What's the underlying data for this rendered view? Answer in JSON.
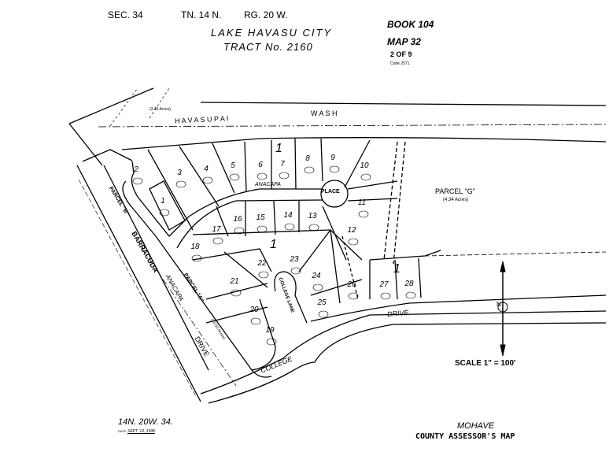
{
  "header": {
    "section": "SEC. 34",
    "township": "TN. 14 N.",
    "range": "RG. 20 W.",
    "city": "LAKE  HAVASU  CITY",
    "tract": "TRACT  No. 2160",
    "book": "BOOK  104",
    "map": "MAP    32",
    "sheet": "2 OF 9",
    "code": "Code  2571"
  },
  "map": {
    "streets": {
      "wash_1": "H A V A S U P A I",
      "wash_2": "W A S H",
      "barracuda": "BARRACUDA",
      "anacapa_drive": "ANACAPA",
      "drive_left": "DRIVE",
      "anacapa_place": "ANACAPA",
      "place": "PLACE",
      "college_left": "COLLEGE",
      "drive_right": "DRIVE",
      "college_lane": "COLLEGE LANE"
    },
    "parcels": {
      "parcel_b": "PARCEL  \"B\"",
      "parcel_a": "PARCEL  \"A\"",
      "parcel_a_area": "(10.62 Acres)",
      "parcel_g": "PARCEL \"G\"",
      "parcel_g_area": "(4.34 Acres)",
      "wash_area": "(3.45 Acres)",
      "block_marks": [
        "1",
        "1",
        "1"
      ]
    },
    "lots": [
      "1",
      "2",
      "3",
      "4",
      "5",
      "6",
      "7",
      "8",
      "9",
      "10",
      "11",
      "12",
      "13",
      "14",
      "15",
      "16",
      "17",
      "18",
      "19",
      "20",
      "21",
      "22",
      "23",
      "24",
      "25",
      "26",
      "27",
      "28"
    ]
  },
  "north_arrow": {
    "label": "N"
  },
  "scale": "SCALE  1\"  =  100'",
  "footer": {
    "twp_rng_sec": "14N.   20W.   34.",
    "date_label": "DATE",
    "date_value": "SEPT. 14, 1998",
    "county": "MOHAVE",
    "map_type": "COUNTY  ASSESSOR'S  MAP"
  }
}
